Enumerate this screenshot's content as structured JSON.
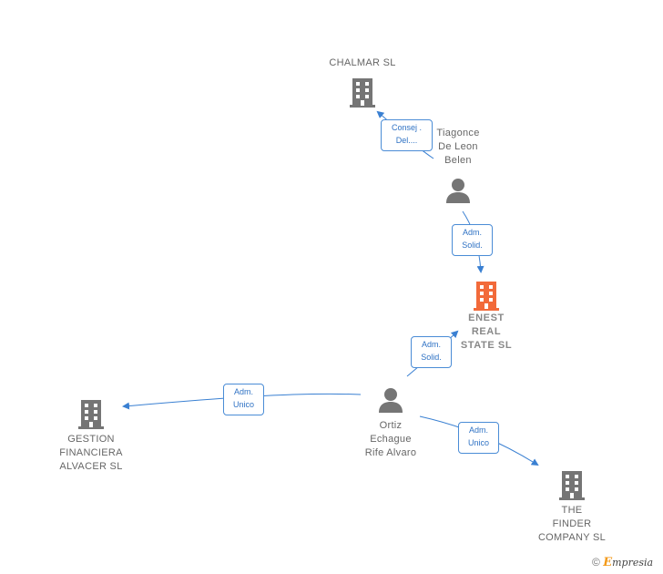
{
  "colors": {
    "company": "#757575",
    "main_company": "#f26a3a",
    "person": "#757575",
    "edge": "#3a80d2"
  },
  "nodes": {
    "chalmar": {
      "name": "CHALMAR  SL",
      "type": "company"
    },
    "tiagonce": {
      "name_lines": [
        "Tiagonce",
        "De Leon",
        "Belen"
      ],
      "type": "person"
    },
    "enest": {
      "name_lines": [
        "ENEST",
        "REAL",
        "STATE  SL"
      ],
      "type": "company-main"
    },
    "ortiz": {
      "name_lines": [
        "Ortiz",
        "Echague",
        "Rife Alvaro"
      ],
      "type": "person"
    },
    "gestion": {
      "name_lines": [
        "GESTION",
        "FINANCIERA",
        "ALVACER  SL"
      ],
      "type": "company"
    },
    "finder": {
      "name_lines": [
        "THE",
        "FINDER",
        "COMPANY  SL"
      ],
      "type": "company"
    }
  },
  "edges": {
    "consej": {
      "lines": [
        "Consej .",
        "Del...."
      ]
    },
    "adm_solid_1": {
      "lines": [
        "Adm.",
        "Solid."
      ]
    },
    "adm_solid_2": {
      "lines": [
        "Adm.",
        "Solid."
      ]
    },
    "adm_unico_1": {
      "lines": [
        "Adm.",
        "Unico"
      ]
    },
    "adm_unico_2": {
      "lines": [
        "Adm.",
        "Unico"
      ]
    }
  },
  "footer": {
    "copyright": "©",
    "brand_initial": "E",
    "brand_rest": "mpresia"
  }
}
